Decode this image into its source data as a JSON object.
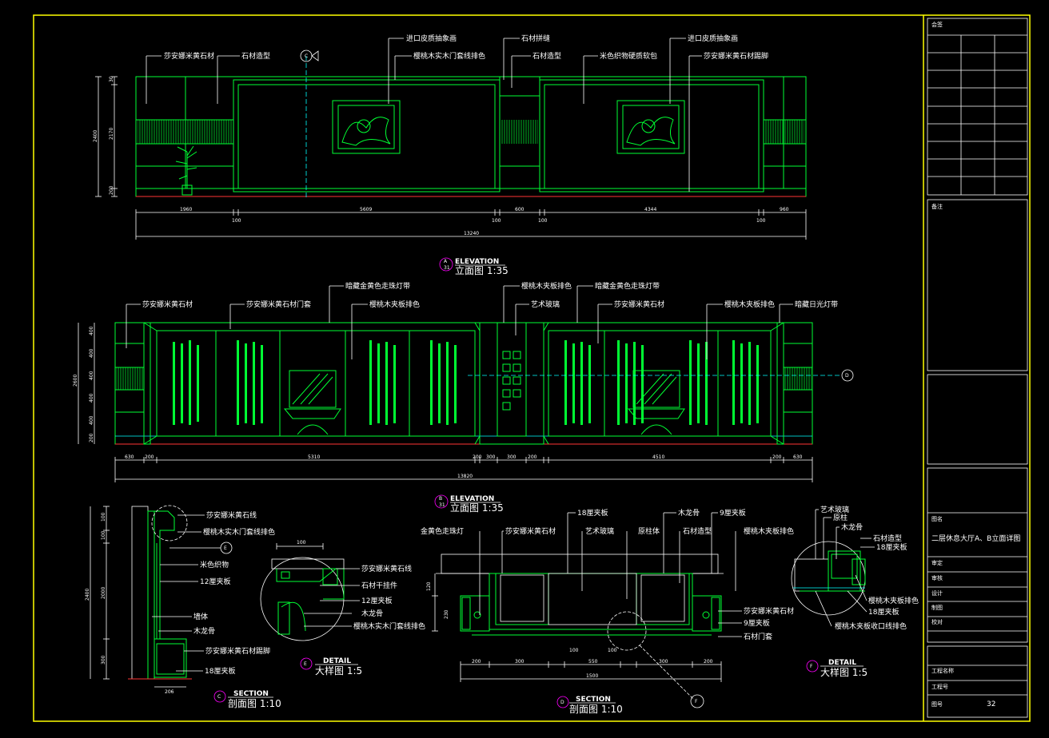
{
  "sheet": {
    "sheet_number": "32",
    "drawing_title": "二层休息大厅A、B立面详图"
  },
  "title_block": {
    "rows": [
      "会签",
      "备注",
      "图名",
      "审定",
      "审核",
      "设计",
      "制图",
      "校对",
      "工程名称",
      "工程号",
      "图号"
    ]
  },
  "views": {
    "elev_a": {
      "marker": "A",
      "sheet": "31",
      "en": "ELEVATION",
      "cn": "立面图  1:35"
    },
    "elev_b": {
      "marker": "B",
      "sheet": "31",
      "en": "ELEVATION",
      "cn": "立面图  1:35"
    },
    "sec_c": {
      "marker": "C",
      "en": "SECTION",
      "cn": "剖面图  1:10"
    },
    "sec_d": {
      "marker": "D",
      "en": "SECTION",
      "cn": "剖面图  1:10"
    },
    "det_e": {
      "marker": "E",
      "en": "DETAIL",
      "cn": "大样图  1:5"
    },
    "det_f": {
      "marker": "F",
      "en": "DETAIL",
      "cn": "大样图  1:5"
    }
  },
  "labels_a": [
    "莎安娜米黄石材",
    "石材造型",
    "进口皮质抽象画",
    "樱桃木实木门套线排色",
    "石材拼缝",
    "石材造型",
    "米色织物硬质软包",
    "进口皮质抽象画",
    "莎安娜米黄石材踢脚"
  ],
  "labels_b": [
    "莎安娜米黄石材",
    "莎安娜米黄石材门套",
    "暗藏金黄色走珠灯带",
    "樱桃木夹板排色",
    "樱桃木夹板排色",
    "艺术玻璃",
    "暗藏金黄色走珠灯带",
    "莎安娜米黄石材",
    "樱桃木夹板排色",
    "暗藏日光灯带"
  ],
  "labels_c": [
    "莎安娜米黄石线",
    "樱桃木实木门套线排色",
    "米色织物",
    "12厘夹板",
    "墙体",
    "木龙骨",
    "莎安娜米黄石材踢脚",
    "18厘夹板"
  ],
  "labels_e": [
    "莎安娜米黄石线",
    "石材干挂件",
    "12厘夹板",
    "木龙骨",
    "樱桃木实木门套线排色"
  ],
  "labels_d": [
    "金黄色走珠灯",
    "莎安娜米黄石材",
    "18厘夹板",
    "艺术玻璃",
    "原柱体",
    "木龙骨",
    "石材造型",
    "9厘夹板",
    "樱桃木夹板排色",
    "莎安娜米黄石材",
    "9厘夹板",
    "石材门套"
  ],
  "labels_f": [
    "艺术玻璃",
    "原柱",
    "木龙骨",
    "石材造型",
    "18厘夹板",
    "樱桃木夹板排色",
    "18厘夹板",
    "樱桃木夹板收口线排色"
  ],
  "dims_a": [
    "1960",
    "100",
    "5609",
    "100",
    "600",
    "100",
    "4344",
    "100",
    "960",
    "13240"
  ],
  "dims_a_v": [
    "30",
    "2170",
    "200",
    "2400"
  ],
  "dims_b": [
    "630",
    "200",
    "5310",
    "200",
    "300",
    "300",
    "200",
    "4510",
    "200",
    "630",
    "13820"
  ],
  "dims_b_v": [
    "400",
    "400",
    "400",
    "400",
    "400",
    "200",
    "2600"
  ],
  "dims_c": [
    "100",
    "100",
    "2000",
    "300",
    "2400",
    "206"
  ],
  "dims_d": [
    "200",
    "300",
    "100",
    "550",
    "100",
    "300",
    "200",
    "1500",
    "120",
    "230"
  ],
  "dims_e": [
    "100"
  ]
}
